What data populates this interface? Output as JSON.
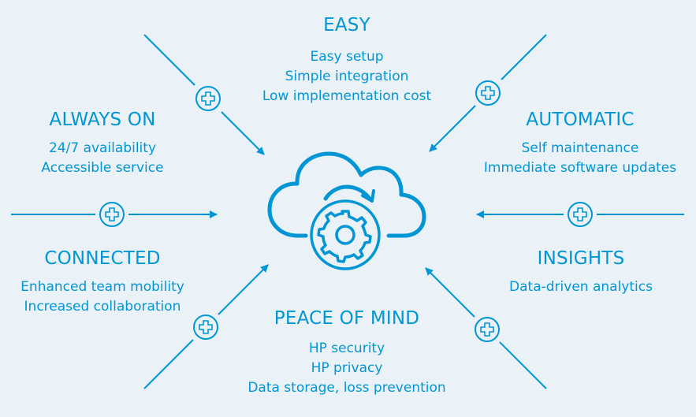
{
  "accent_color": "#0096d6",
  "background_color": "#eaf2f8",
  "center_icon": "cloud-gear-icon",
  "connector_icon": "plus-circle-icon",
  "sections": {
    "easy": {
      "title": "EASY",
      "lines": [
        "Easy setup",
        "Simple integration",
        "Low implementation cost"
      ]
    },
    "always_on": {
      "title": "ALWAYS ON",
      "lines": [
        "24/7 availability",
        "Accessible service"
      ]
    },
    "automatic": {
      "title": "AUTOMATIC",
      "lines": [
        "Self maintenance",
        "Immediate software updates"
      ]
    },
    "connected": {
      "title": "CONNECTED",
      "lines": [
        "Enhanced team mobility",
        "Increased collaboration"
      ]
    },
    "insights": {
      "title": "INSIGHTS",
      "lines": [
        "Data-driven analytics"
      ]
    },
    "peace_of_mind": {
      "title": "PEACE OF MIND",
      "lines": [
        "HP security",
        "HP privacy",
        "Data storage, loss prevention"
      ]
    }
  }
}
